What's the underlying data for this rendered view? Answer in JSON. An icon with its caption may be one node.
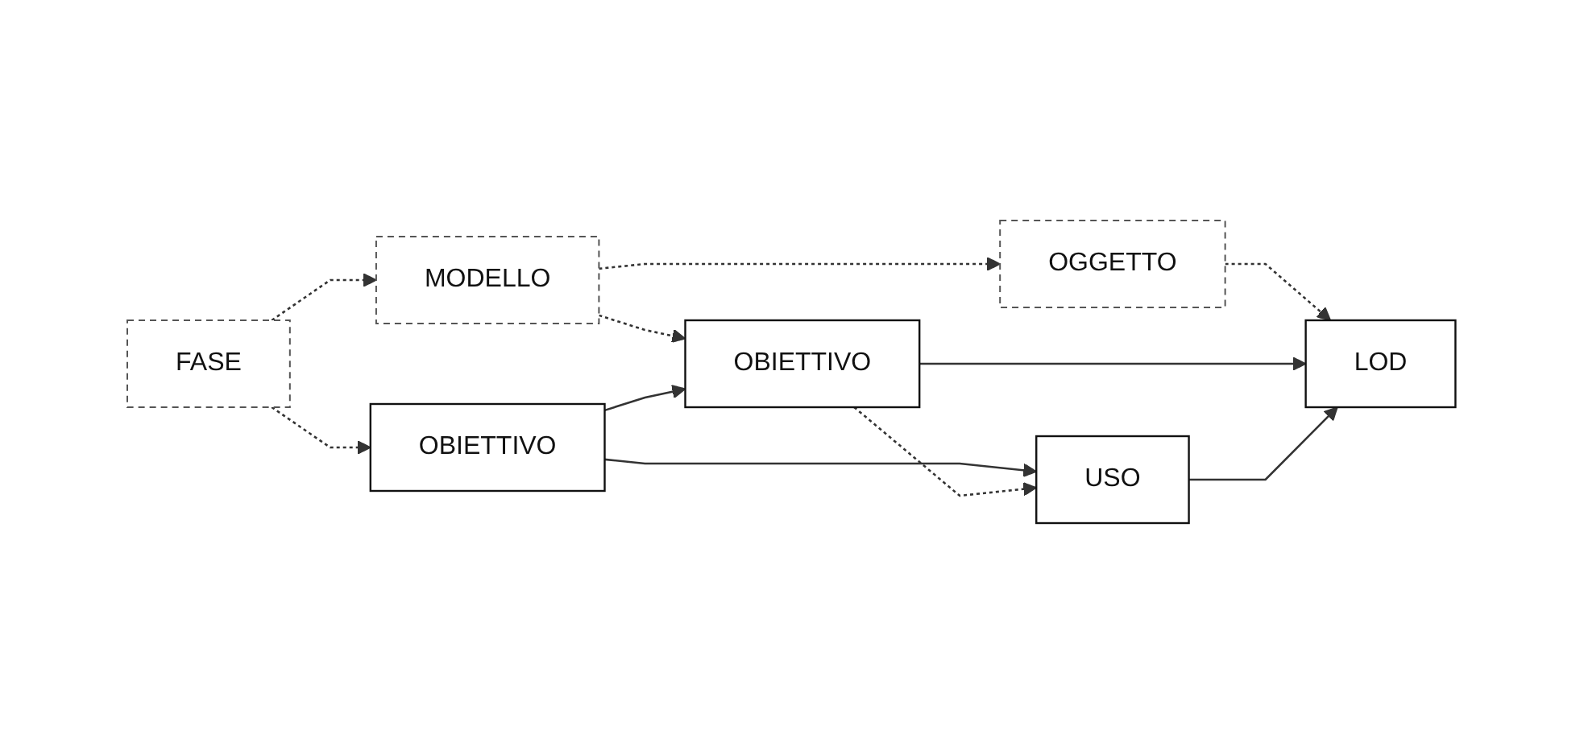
{
  "diagram": {
    "nodes": [
      {
        "text": [
          "FASE"
        ]
      },
      {
        "text": [
          "MODELLO"
        ]
      },
      {
        "text": [
          "OGGETTO"
        ]
      },
      {
        "text": [
          "OBIETTIVO"
        ]
      },
      {
        "text": [
          "OBIETTIVO"
        ]
      },
      {
        "text": [
          "USO"
        ]
      },
      {
        "text": [
          "LOD"
        ]
      }
    ],
    "edges": [
      {
        "from": 0,
        "to": 1,
        "arrow": "to",
        "style": "dashed"
      },
      {
        "from": 1,
        "to": 2,
        "arrow": "to",
        "style": "dashed"
      },
      {
        "from": 0,
        "to": 3,
        "arrow": "to",
        "style": "dashed"
      },
      {
        "from": 1,
        "to": 4,
        "arrow": "to",
        "style": "dashed"
      },
      {
        "from": 2,
        "to": 6,
        "arrow": "to",
        "style": "dashed"
      },
      {
        "from": 3,
        "to": 4,
        "arrow": "to"
      },
      {
        "from": 3,
        "to": 5,
        "arrow": "to"
      },
      {
        "from": 4,
        "to": 5,
        "arrow": "to",
        "style": "dashed"
      },
      {
        "from": 4,
        "to": 6,
        "arrow": "to"
      },
      {
        "from": 5,
        "to": 6,
        "arrow": "to"
      }
    ]
  }
}
